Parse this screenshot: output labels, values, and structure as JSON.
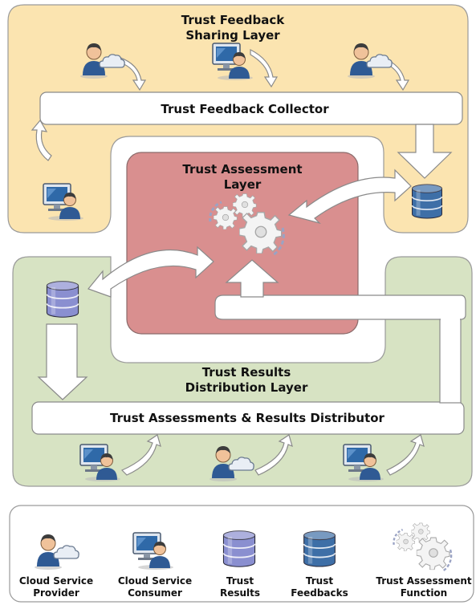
{
  "layers": {
    "feedback_sharing": {
      "title_line1": "Trust Feedback",
      "title_line2": "Sharing Layer",
      "color": "#fbe4b0"
    },
    "assessment": {
      "title_line1": "Trust Assessment",
      "title_line2": "Layer",
      "color": "#d98f8f"
    },
    "results_distribution": {
      "title_line1": "Trust Results",
      "title_line2": "Distribution Layer",
      "color": "#d7e3c3"
    }
  },
  "components": {
    "collector": "Trust Feedback Collector",
    "distributor": "Trust Assessments & Results Distributor"
  },
  "legend": {
    "items": [
      {
        "icon": "cloud-service-provider-icon",
        "line1": "Cloud Service",
        "line2": "Provider"
      },
      {
        "icon": "cloud-service-consumer-icon",
        "line1": "Cloud Service",
        "line2": "Consumer"
      },
      {
        "icon": "trust-results-db-icon",
        "line1": "Trust",
        "line2": "Results"
      },
      {
        "icon": "trust-feedbacks-db-icon",
        "line1": "Trust",
        "line2": "Feedbacks"
      },
      {
        "icon": "trust-assessment-function-icon",
        "line1": "Trust Assessment",
        "line2": "Function"
      }
    ]
  },
  "colors": {
    "results_db": "#8a8fd0",
    "feedbacks_db": "#3e6fa7",
    "arrow_fill": "#ffffff",
    "arrow_stroke": "#8a8a8a"
  }
}
